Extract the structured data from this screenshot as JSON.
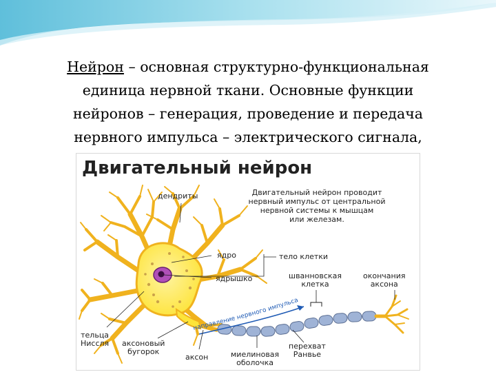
{
  "headline": {
    "term": "Нейрон",
    "rest_line1": " – основная структурно-функциональная",
    "line2": "единица нервной ткани. Основные функции",
    "line3": "нейронов – генерация, проведение и передача",
    "line4": "нервного импульса – электрического сигнала,"
  },
  "figure": {
    "title": "Двигательный нейрон",
    "description": "Двигательный нейрон проводит\nнервный импульс от центральной\nнервной системы к мышцам\nили железам.",
    "arrow_text": "направление нервного импульса",
    "labels": {
      "dendrites": "дендриты",
      "nucleus": "ядро",
      "nucleolus": "ядрышко",
      "cell_body": "тело клетки",
      "schwann_cell": "шванновская\nклетка",
      "axon_terminals": "окончания\nаксона",
      "nissl_bodies": "тельца\nНисcля",
      "axon_hillock": "аксоновый\nбугорок",
      "axon": "аксон",
      "myelin_sheath": "миелиновая\nоболочка",
      "node_of_ranvier": "перехват\nРанвье"
    }
  },
  "colors": {
    "neuron_fill": "#fde43a",
    "neuron_edge": "#e8a21a",
    "nucleus": "#b050b8",
    "myelin": "#9fb3d6",
    "arrow": "#1f5bb5",
    "wave": "#86cfe4"
  }
}
